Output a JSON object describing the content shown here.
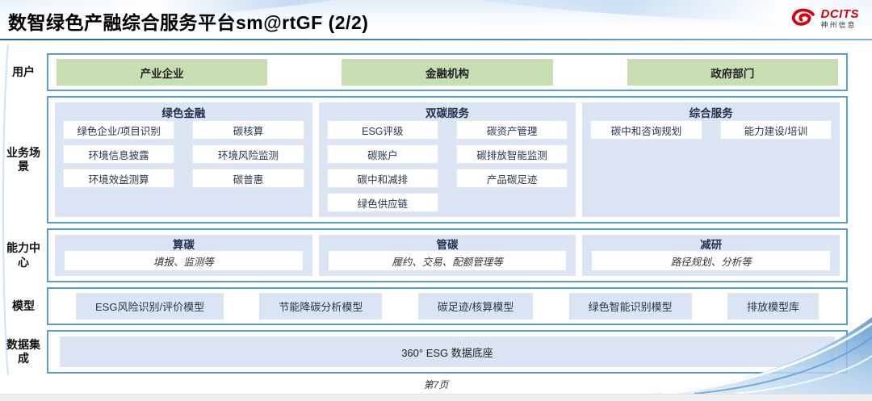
{
  "header": {
    "title": "数智绿色产融综合服务平台sm@rtGF (2/2)",
    "logo": {
      "brand": "DCITS",
      "company": "神州信息"
    }
  },
  "diagram": {
    "users": {
      "label": "用户",
      "items": [
        "产业企业",
        "金融机构",
        "政府部门"
      ]
    },
    "scenarios": {
      "label": "业务场景",
      "groups": [
        {
          "title": "绿色金融",
          "items": [
            "绿色企业/项目识别",
            "碳核算",
            "环境信息披露",
            "环境风险监测",
            "环境效益测算",
            "碳普惠"
          ]
        },
        {
          "title": "双碳服务",
          "items": [
            "ESG评级",
            "碳资产管理",
            "碳账户",
            "碳排放智能监测",
            "碳中和减排",
            "产品碳足迹",
            "绿色供应链"
          ]
        },
        {
          "title": "综合服务",
          "items": [
            "碳中和咨询规划",
            "能力建设/培训"
          ]
        }
      ]
    },
    "capabilities": {
      "label": "能力中心",
      "groups": [
        {
          "title": "算碳",
          "desc": "填报、监测等"
        },
        {
          "title": "管碳",
          "desc": "履约、交易、配额管理等"
        },
        {
          "title": "减研",
          "desc": "路径规划、分析等"
        }
      ]
    },
    "models": {
      "label": "模型",
      "items": [
        "ESG风险识别/评价模型",
        "节能降碳分析模型",
        "碳足迹/核算模型",
        "绿色智能识别模型",
        "排放模型库"
      ]
    },
    "data_integration": {
      "label": "数据集成",
      "items": [
        "360° ESG 数据底座"
      ]
    }
  },
  "footer": {
    "page": "第7页"
  },
  "colors": {
    "accent_blue": "#2e75b6",
    "row_border": "#5b9bd5",
    "green_fill": "#c6deb2",
    "panel_fill": "#dbe4f2",
    "brand_red": "#d7000f"
  }
}
